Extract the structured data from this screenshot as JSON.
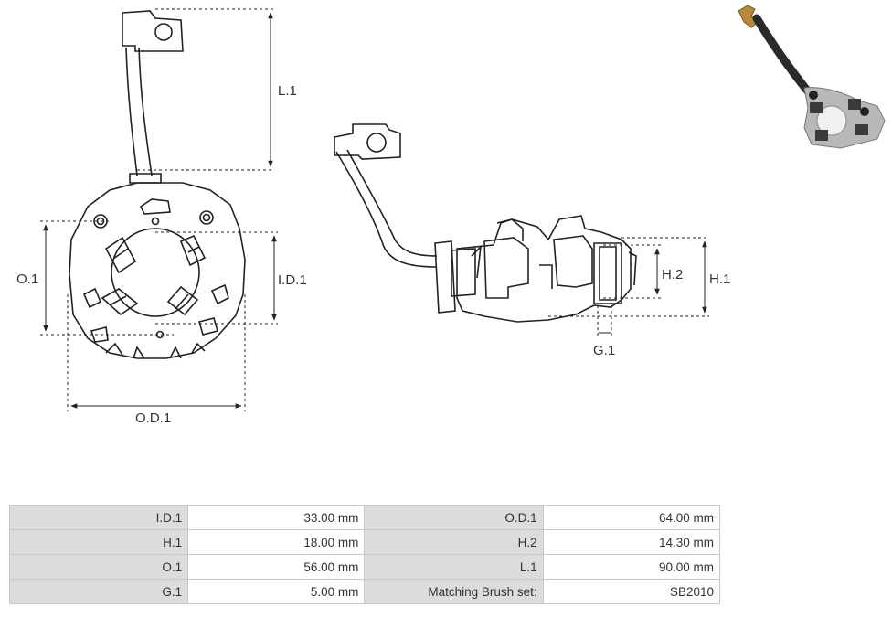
{
  "labels": {
    "l1": "L.1",
    "o1": "O.1",
    "id1": "I.D.1",
    "od1": "O.D.1",
    "h1": "H.1",
    "h2": "H.2",
    "g1": "G.1"
  },
  "specs": [
    [
      {
        "key": "I.D.1",
        "value": "33.00 mm"
      },
      {
        "key": "O.D.1",
        "value": "64.00 mm"
      }
    ],
    [
      {
        "key": "H.1",
        "value": "18.00 mm"
      },
      {
        "key": "H.2",
        "value": "14.30 mm"
      }
    ],
    [
      {
        "key": "O.1",
        "value": "56.00 mm"
      },
      {
        "key": "L.1",
        "value": "90.00 mm"
      }
    ],
    [
      {
        "key": "G.1",
        "value": "5.00 mm"
      },
      {
        "key": "Matching Brush set:",
        "value": "SB2010"
      }
    ]
  ]
}
